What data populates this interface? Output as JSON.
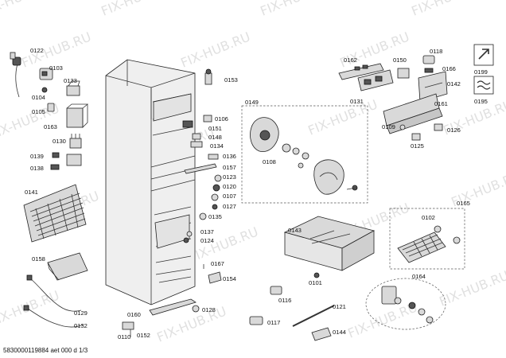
{
  "watermark": "FIX-HUB.RU",
  "footer": "5830000119884 aet 000 d 1/3",
  "labels": {
    "p0122": "0122",
    "p0103": "0103",
    "p0133": "0133",
    "p0104": "0104",
    "p0105": "0105",
    "p0163": "0163",
    "p0130": "0130",
    "p0139": "0139",
    "p0138": "0138",
    "p0141": "0141",
    "p0158": "0158",
    "p0129": "0129",
    "p0132": "0132",
    "p0110": "0110",
    "p0152": "0152",
    "p0160": "0160",
    "p0128": "0128",
    "p0153": "0153",
    "p0106": "0106",
    "p0151": "0151",
    "p0148": "0148",
    "p0134": "0134",
    "p0136": "0136",
    "p0157": "0157",
    "p0123": "0123",
    "p0120": "0120",
    "p0107": "0107",
    "p0127": "0127",
    "p0135": "0135",
    "p0137": "0137",
    "p0124": "0124",
    "p0167": "0167",
    "p0154": "0154",
    "p0149": "0149",
    "p0108": "0108",
    "p0162": "0162",
    "p0150": "0150",
    "p0118": "0118",
    "p0166": "0166",
    "p0142": "0142",
    "p0131": "0131",
    "p0161": "0161",
    "p0109": "0109",
    "p0125": "0125",
    "p0126": "0126",
    "p0199": "0199",
    "p0195": "0195",
    "p0165": "0165",
    "p0102": "0102",
    "p0143": "0143",
    "p0101": "0101",
    "p0116": "0116",
    "p0121": "0121",
    "p0117": "0117",
    "p0144": "0144",
    "p0164": "0164"
  }
}
